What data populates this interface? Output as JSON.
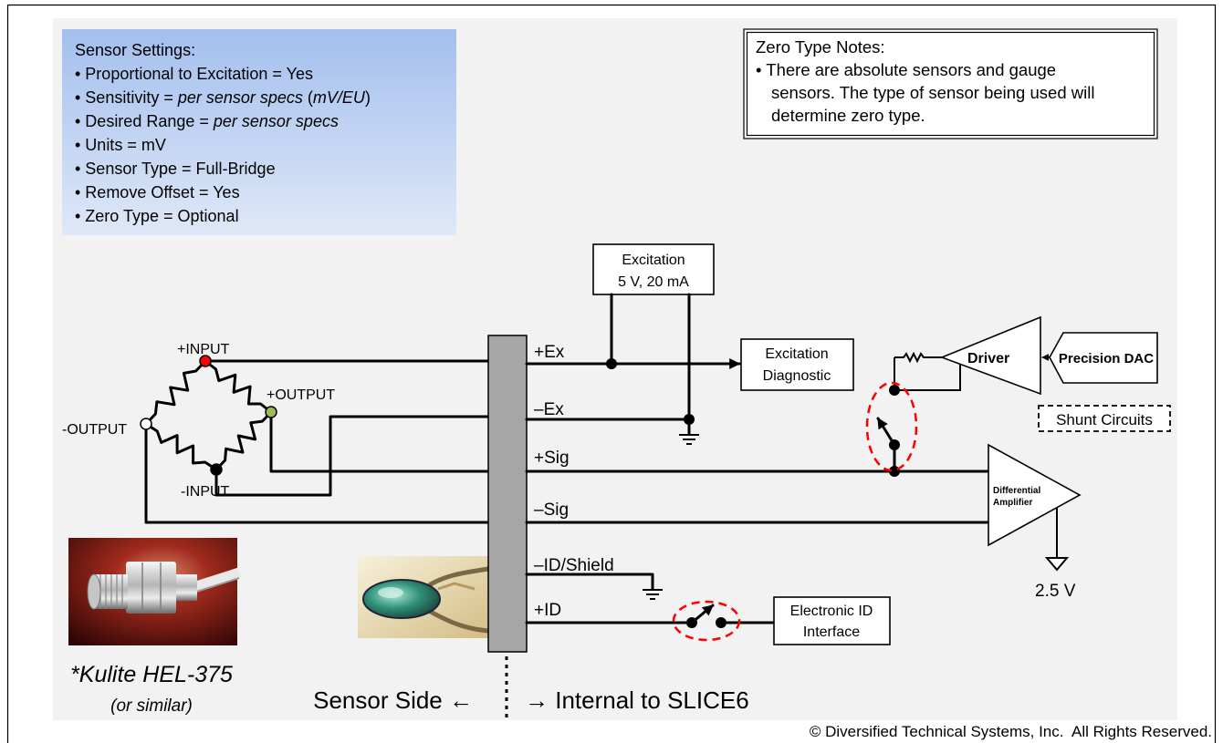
{
  "sensor_settings": {
    "title": "Sensor Settings:",
    "lines": [
      [
        "• Proportional to Excitation = Yes"
      ],
      [
        "• Sensitivity = ",
        "per sensor specs",
        " (",
        "mV/EU",
        ")"
      ],
      [
        "• Desired Range = ",
        "per sensor specs"
      ],
      [
        "• Units = mV"
      ],
      [
        "• Sensor Type = Full-Bridge"
      ],
      [
        "• Remove Offset = Yes"
      ],
      [
        "• Zero Type = Optional"
      ]
    ]
  },
  "zero_type_notes": {
    "title": "Zero Type Notes:",
    "lines": [
      "• There are absolute sensors and gauge",
      "sensors. The type of sensor being used will",
      "determine zero type."
    ]
  },
  "bridge": {
    "plus_input": "+INPUT",
    "plus_output": "+OUTPUT",
    "minus_output": "-OUTPUT",
    "minus_input": "-INPUT"
  },
  "connector_pins": [
    "+Ex",
    "–Ex",
    "+Sig",
    "–Sig",
    "–ID/Shield",
    "+ID"
  ],
  "blocks": {
    "excitation": [
      "Excitation",
      "5 V, 20 mA"
    ],
    "excitation_diagnostic": [
      "Excitation",
      "Diagnostic"
    ],
    "driver": "Driver",
    "precision_dac": "Precision DAC",
    "shunt_circuits": "Shunt Circuits",
    "differential_amplifier": [
      "Differential",
      "Amplifier"
    ],
    "amplifier_reference": "2.5 V",
    "electronic_id": [
      "Electronic ID",
      "Interface"
    ]
  },
  "sensor": {
    "model": "*Kulite HEL-375",
    "note": "(or similar)"
  },
  "boundary": {
    "sensor_side": "Sensor Side ←",
    "internal_side": "→ Internal to SLICE6"
  },
  "copyright": "© Diversified Technical Systems, Inc.  All Rights Reserved.",
  "colors": {
    "plus_input_node": "#ff0000",
    "plus_output_node": "#9bbb59",
    "minus_input_node": "#000000",
    "minus_output_node": "#ffffff",
    "switch_highlight": "#ff0000",
    "connector_bar": "#a6a6a6",
    "settings_gradient_top": "#a3bfee",
    "settings_gradient_bottom": "#dfe8f7",
    "panel_background": "#f2f2f2"
  }
}
